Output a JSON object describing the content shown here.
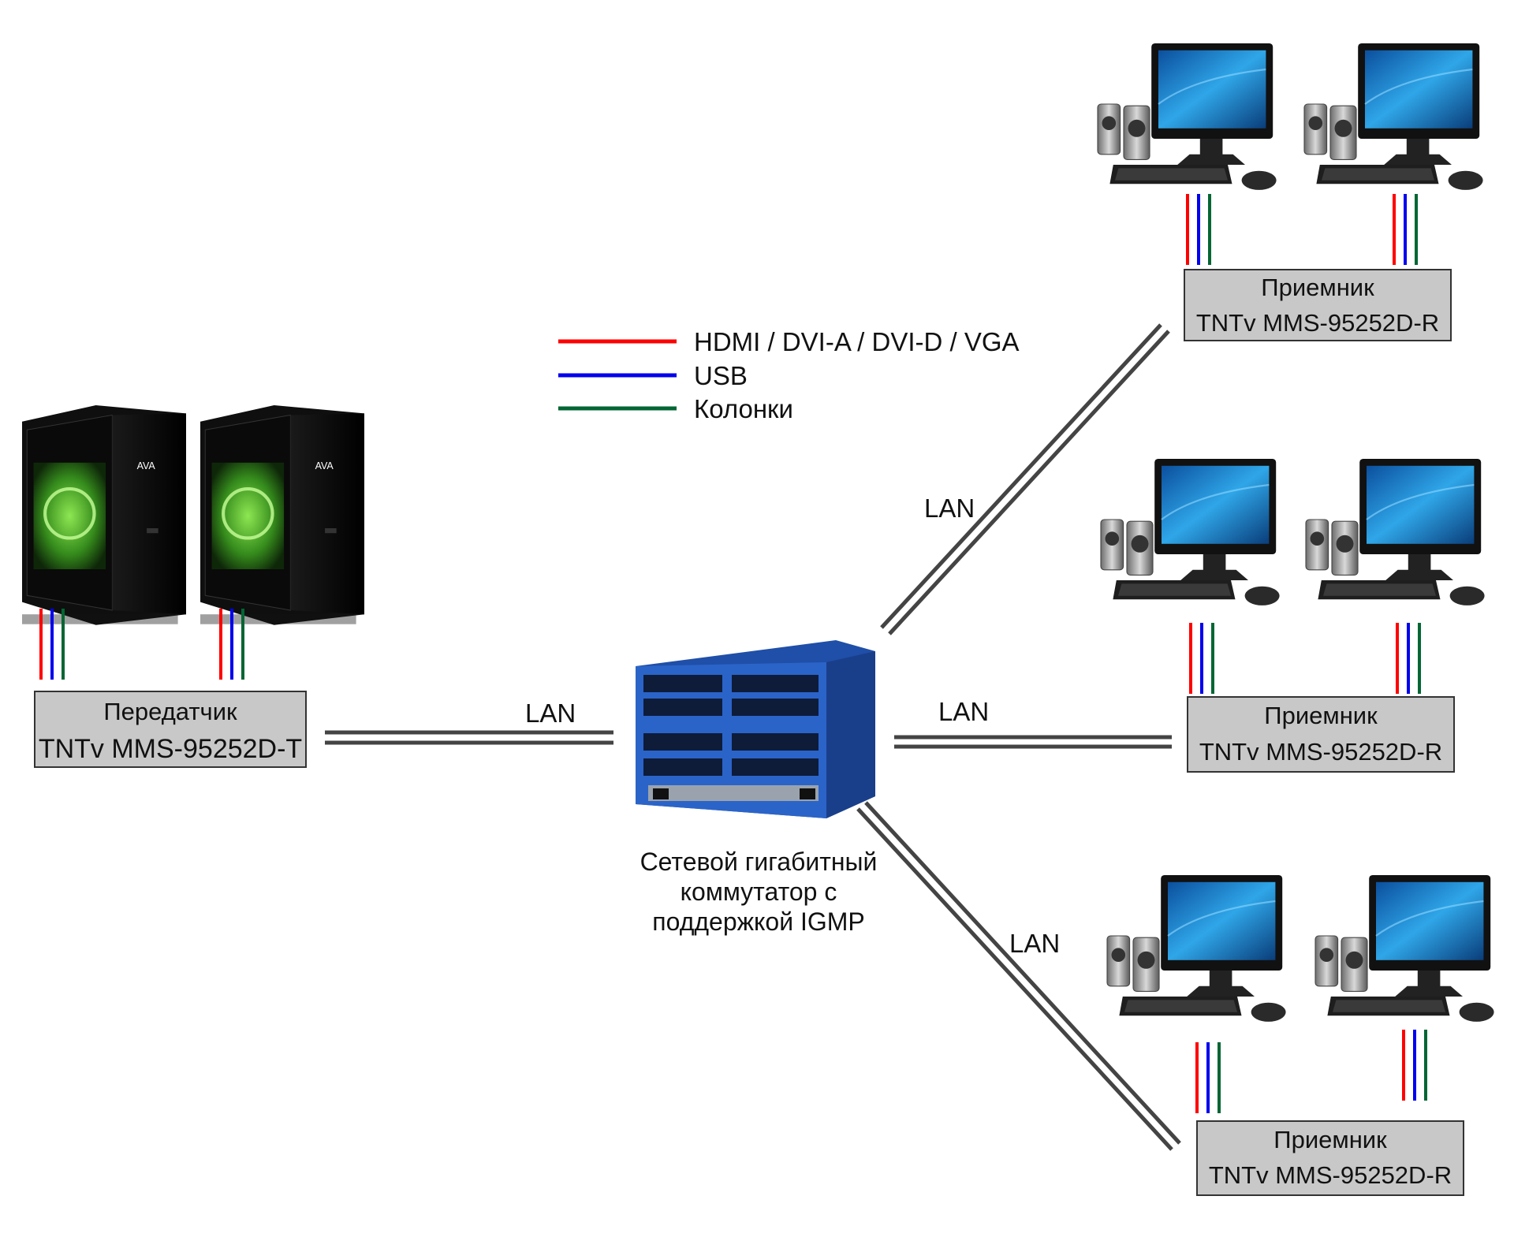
{
  "legend": [
    {
      "label": "HDMI / DVI-A / DVI-D / VGA",
      "color": "#ff0000"
    },
    {
      "label": "USB",
      "color": "#0000ee"
    },
    {
      "label": "Колонки",
      "color": "#006633"
    }
  ],
  "transmitter": {
    "line1": "Передатчик",
    "line2": "TNTv MMS-95252D-T"
  },
  "receivers": [
    {
      "line1": "Приемник",
      "line2": "TNTv MMS-95252D-R"
    },
    {
      "line1": "Приемник",
      "line2": "TNTv MMS-95252D-R"
    },
    {
      "line1": "Приемник",
      "line2": "TNTv MMS-95252D-R"
    }
  ],
  "switch": {
    "caption": [
      "Сетевой гигабитный",
      "коммутатор с",
      "поддержкой IGMP"
    ]
  },
  "links": [
    {
      "label": "LAN"
    },
    {
      "label": "LAN"
    },
    {
      "label": "LAN"
    },
    {
      "label": "LAN"
    }
  ],
  "colors": {
    "box_fill": "#c8c8c8",
    "box_stroke": "#333333",
    "lan_line": "#444444",
    "switch_blue": "#2b64c8",
    "screen_blue": "#1e8fd6"
  },
  "icons": {
    "source_pc": "pc-tower-icon",
    "workstation": "monitor-speakers-keyboard-mouse-icon",
    "network": "network-switch-icon"
  }
}
